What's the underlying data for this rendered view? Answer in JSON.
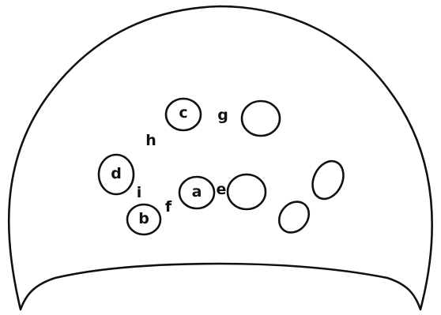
{
  "labels": {
    "a": "a",
    "b": "b",
    "c": "c",
    "d": "d",
    "e": "e",
    "f": "f",
    "g": "g",
    "h": "h",
    "i": "i"
  }
}
